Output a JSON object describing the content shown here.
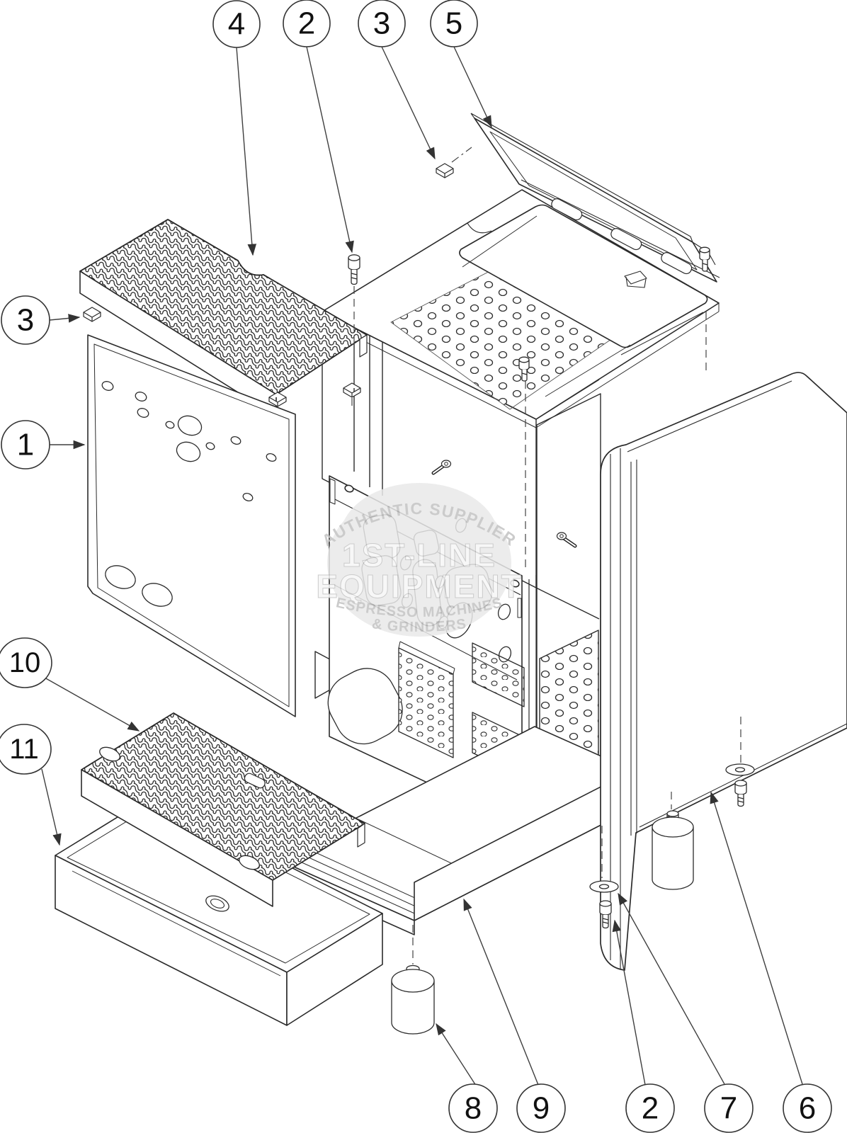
{
  "watermark": {
    "arc_top": "AUTHENTIC SUPPLIER",
    "line1": "1ST-LINE",
    "line2": "EQUIPMENT",
    "arc_bottom_1": "ESPRESSO MACHINES",
    "arc_bottom_2": "& GRINDERS"
  },
  "callouts": [
    {
      "label": "4"
    },
    {
      "label": "2"
    },
    {
      "label": "3"
    },
    {
      "label": "5"
    },
    {
      "label": "3"
    },
    {
      "label": "1"
    },
    {
      "label": "10"
    },
    {
      "label": "11"
    },
    {
      "label": "8"
    },
    {
      "label": "9"
    },
    {
      "label": "2"
    },
    {
      "label": "7"
    },
    {
      "label": "6"
    }
  ],
  "colors": {
    "background": "#ffffff",
    "line": "#2b2b2b",
    "leader": "#3f3f3f",
    "watermark_blob": "#e9e9e9",
    "watermark_text": "#c3c3c3"
  }
}
